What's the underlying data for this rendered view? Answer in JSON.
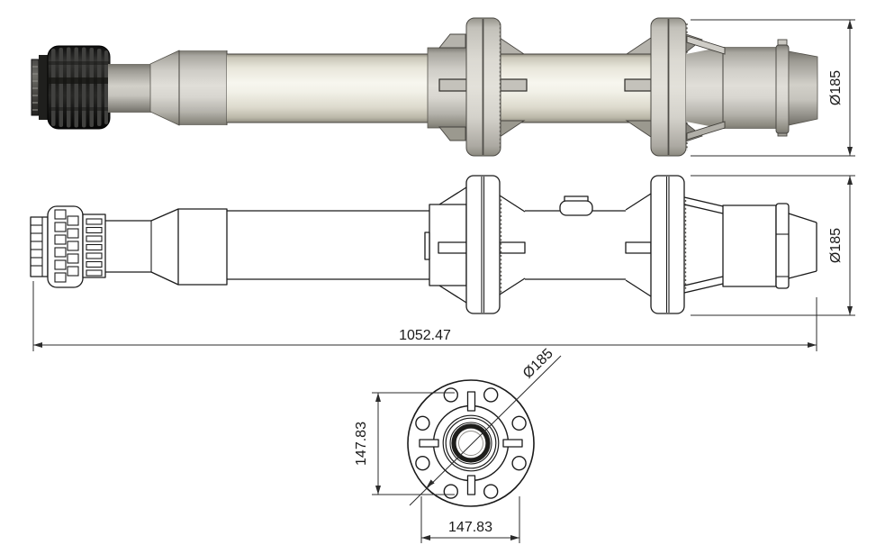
{
  "drawing": {
    "background": "#ffffff",
    "line_color": "#1b1b1b",
    "materials": {
      "nut_black": "#1f1f1d",
      "body_gray": "#c9c7c0",
      "pipe_ivory": "#ece9dd"
    },
    "views": {
      "rendered": {
        "diameter_label": "Ø185"
      },
      "outline": {
        "diameter_label": "Ø185",
        "length_label": "1052.47"
      },
      "end": {
        "diameter_label": "Ø185",
        "vertical_label": "147.83",
        "horizontal_label": "147.83"
      }
    }
  }
}
